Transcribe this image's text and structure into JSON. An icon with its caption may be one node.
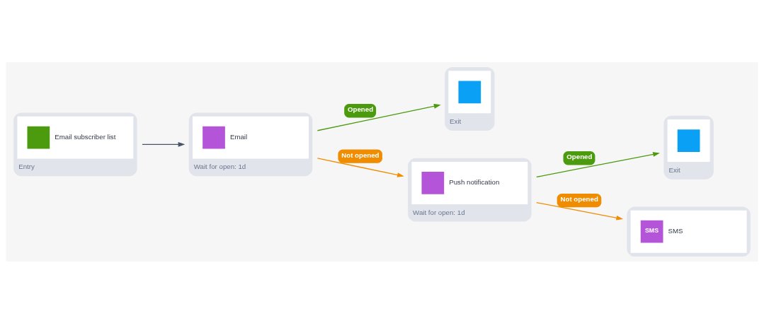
{
  "diagram": {
    "nodes": [
      {
        "text": [
          "Email subscriber list",
          "Entry"
        ]
      },
      {
        "text": [
          "Email",
          "Wait for open: 1d"
        ]
      },
      {
        "text": [
          "Exit"
        ]
      },
      {
        "text": [
          "Push notification",
          "Wait for open: 1d"
        ]
      },
      {
        "text": [
          "Exit"
        ]
      },
      {
        "text": [
          "SMS",
          "SMS"
        ]
      }
    ],
    "edges": [
      {
        "from": 0,
        "to": 1,
        "arrow": "to"
      },
      {
        "from": 1,
        "to": 2,
        "arrow": "to",
        "label": "Opened",
        "color": "#4c9a0e"
      },
      {
        "from": 1,
        "to": 3,
        "arrow": "to",
        "label": "Not opened",
        "color": "#f08c00"
      },
      {
        "from": 3,
        "to": 4,
        "arrow": "to",
        "label": "Opened",
        "color": "#4c9a0e"
      },
      {
        "from": 3,
        "to": 5,
        "arrow": "to",
        "label": "Not opened",
        "color": "#f08c00"
      }
    ]
  }
}
